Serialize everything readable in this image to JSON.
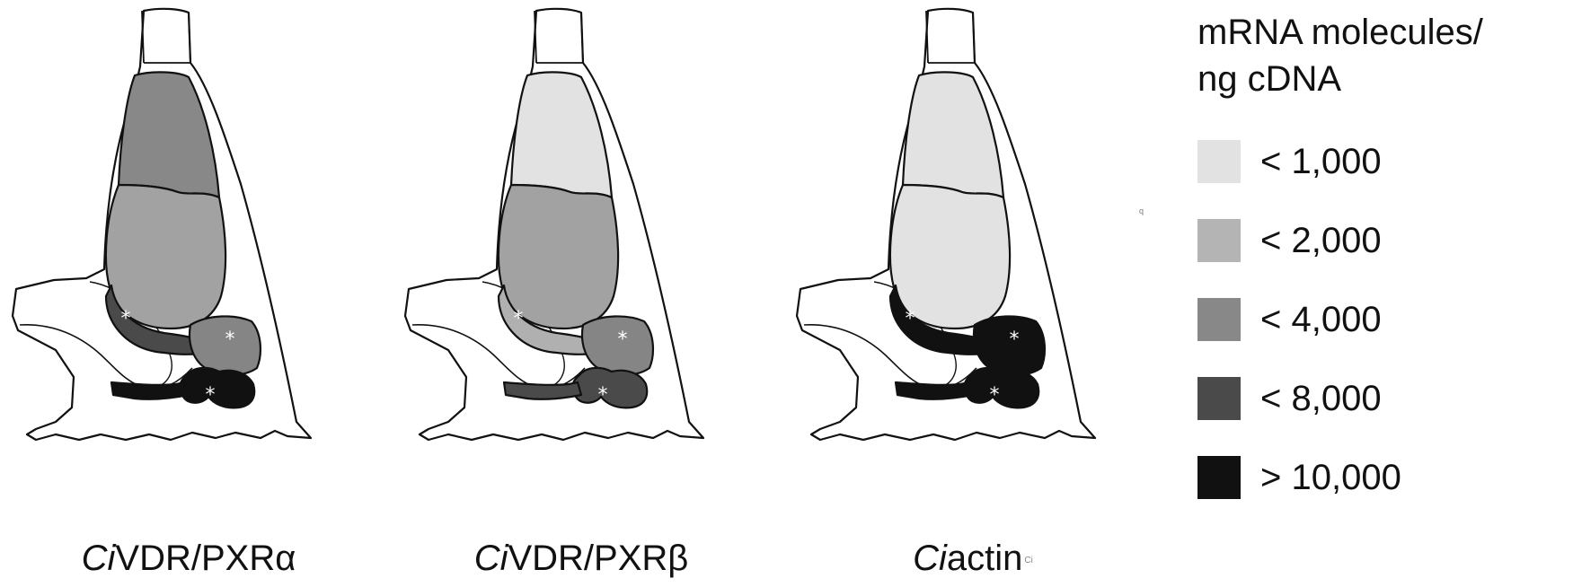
{
  "panels": [
    {
      "caption_italic": "Ci",
      "caption_rest": "VDR/PXRα",
      "caption_small": "",
      "fills": {
        "upper": "#888888",
        "lower": "#a2a2a2",
        "tube": "#4a4a4a",
        "stomach": "#858585",
        "intestine": "#111111",
        "outtube": "#111111"
      }
    },
    {
      "caption_italic": "Ci",
      "caption_rest": "VDR/PXRβ",
      "caption_small": "",
      "fills": {
        "upper": "#e2e2e2",
        "lower": "#a2a2a2",
        "tube": "#b0b0b0",
        "stomach": "#858585",
        "intestine": "#4a4a4a",
        "outtube": "#4a4a4a"
      }
    },
    {
      "caption_italic": "Ci",
      "caption_rest": "actin",
      "caption_small": "Ci",
      "fills": {
        "upper": "#e2e2e2",
        "lower": "#e2e2e2",
        "tube": "#111111",
        "stomach": "#111111",
        "intestine": "#111111",
        "outtube": "#111111"
      }
    }
  ],
  "legend": {
    "title_line1": "mRNA molecules/",
    "title_line2": "ng cDNA",
    "items": [
      {
        "label": "< 1,000",
        "color": "#e2e2e2"
      },
      {
        "label": "< 2,000",
        "color": "#b4b4b4"
      },
      {
        "label": "< 4,000",
        "color": "#888888"
      },
      {
        "label": "< 8,000",
        "color": "#4a4a4a"
      },
      {
        "label": "> 10,000",
        "color": "#111111"
      }
    ]
  },
  "stray_mark": "q",
  "marker": "*"
}
